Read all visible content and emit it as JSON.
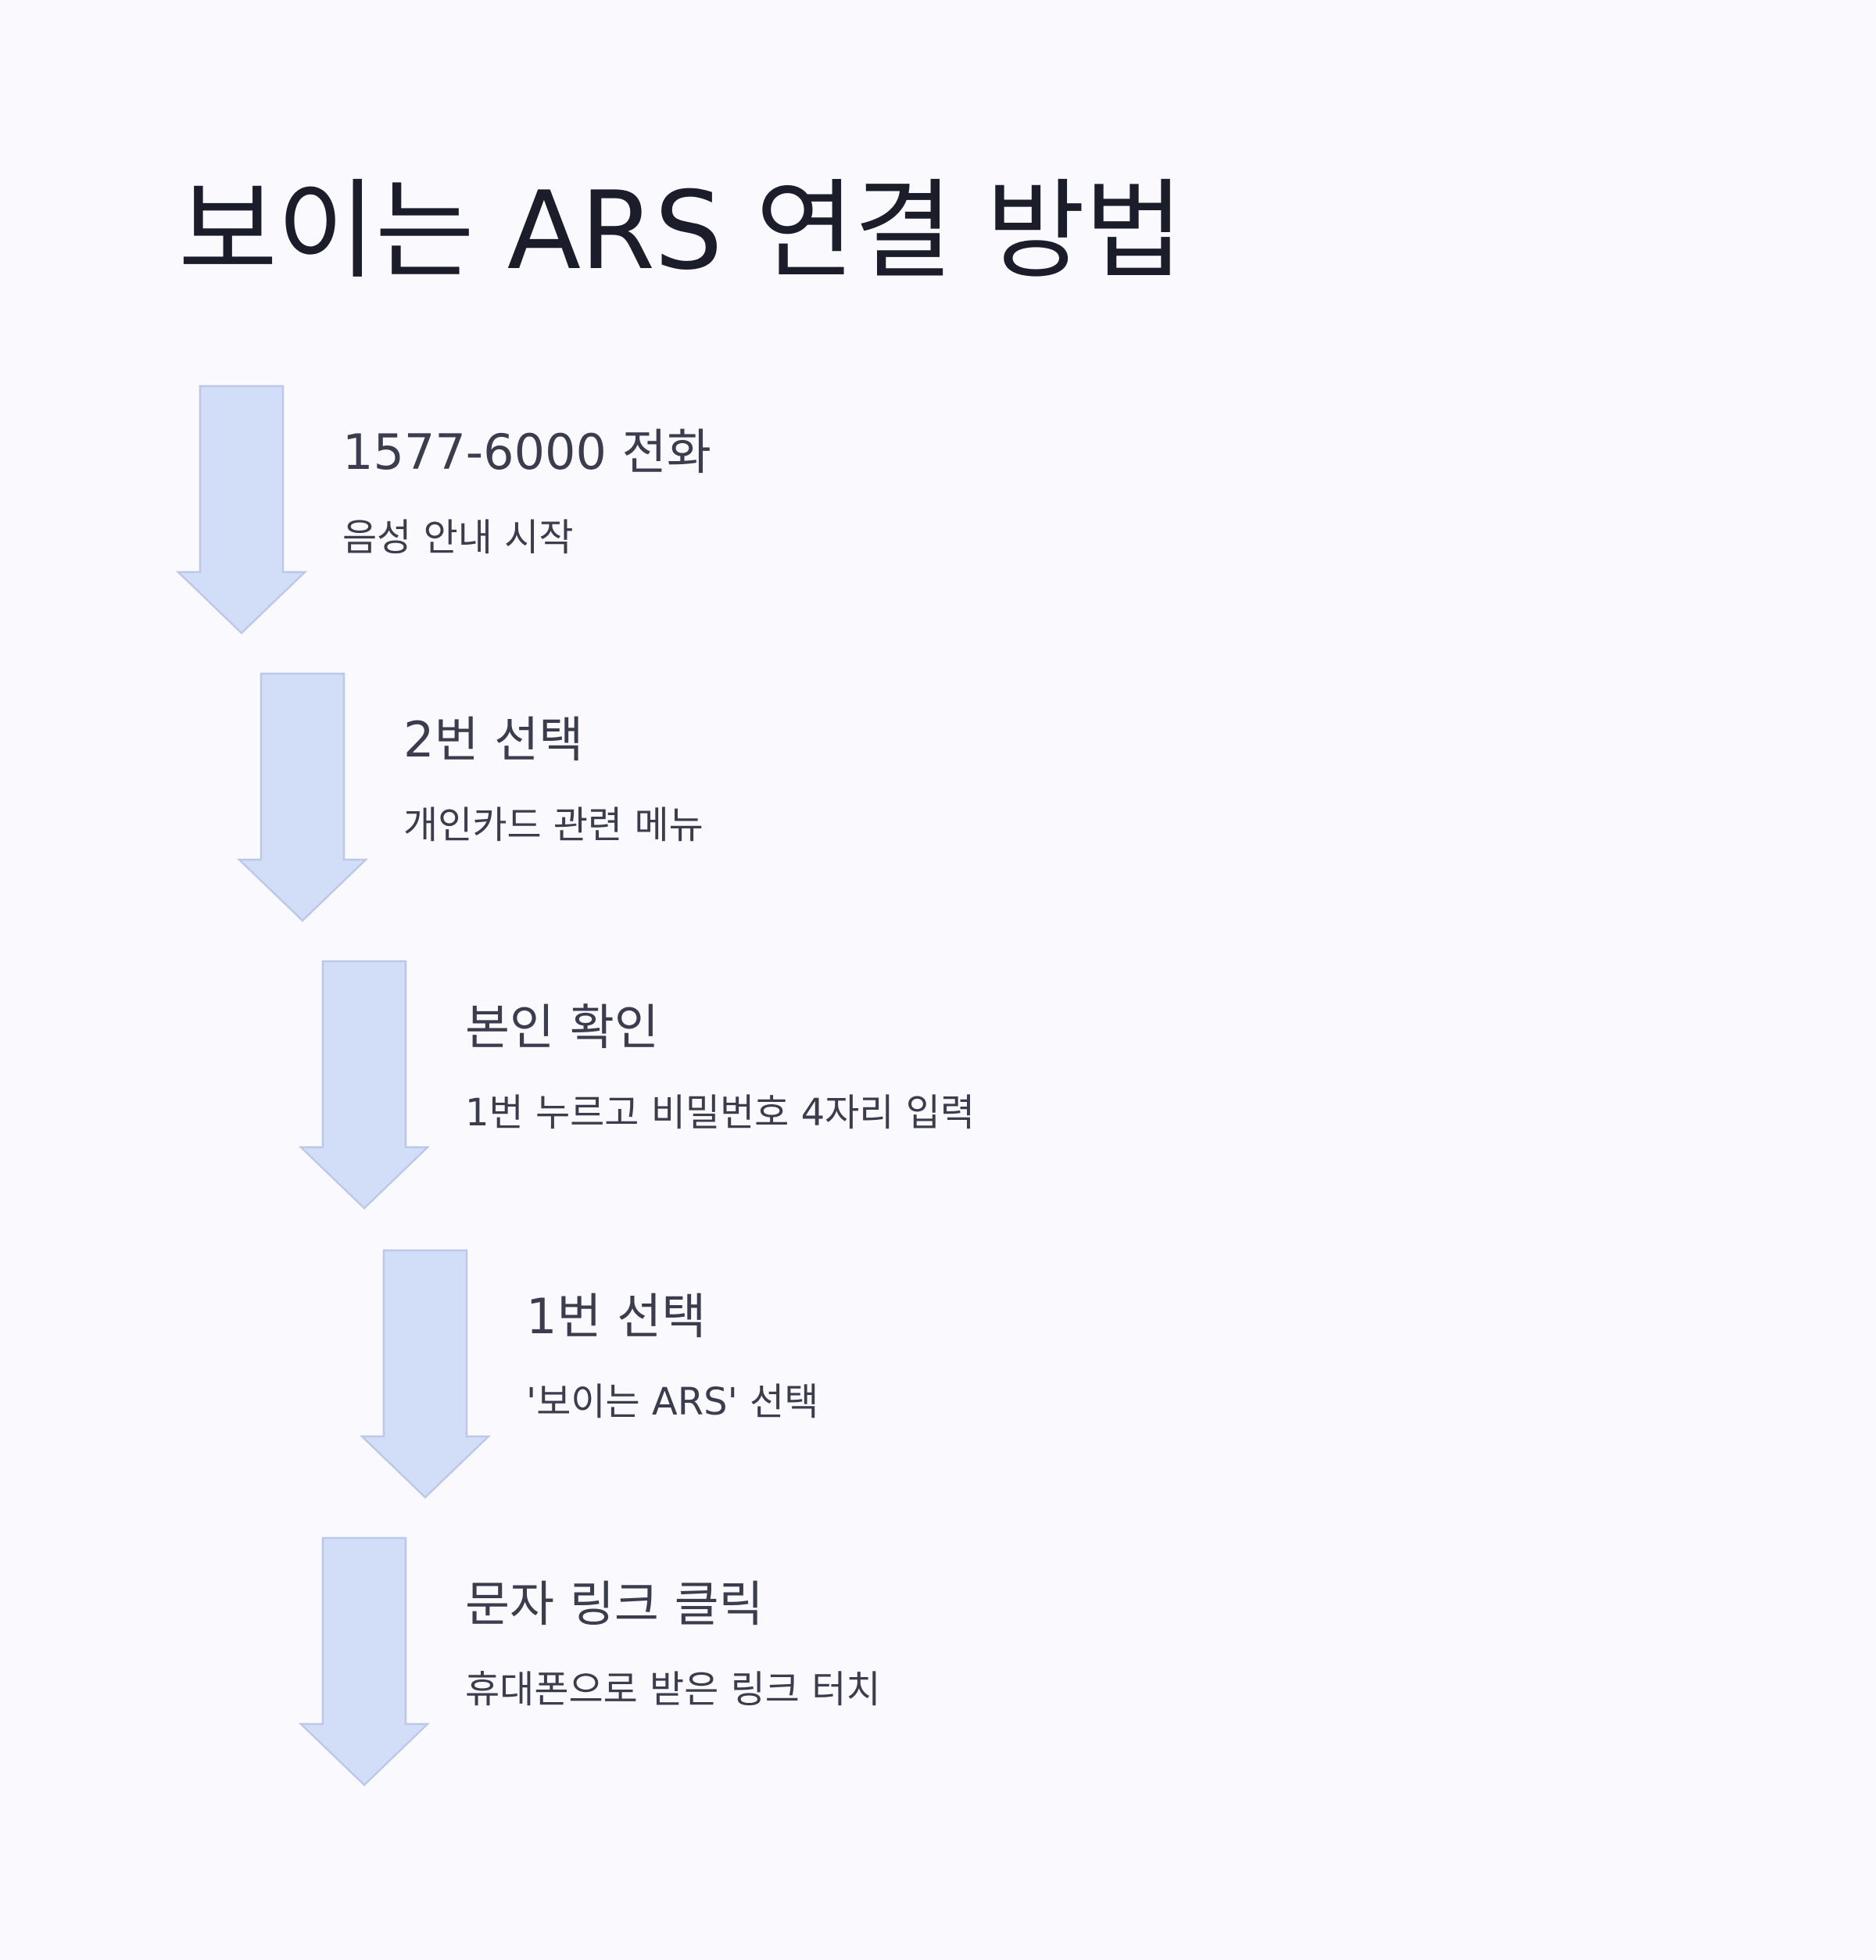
{
  "page": {
    "title": "보이는 ARS 연결 방법",
    "background": "#f9f9fe"
  },
  "colors": {
    "arrow_fill": "#d2ddf7",
    "arrow_stroke": "#bcc8e6",
    "title_text": "#1b1d2a",
    "body_text": "#3b3d4e"
  },
  "steps": [
    {
      "title": "1577-6000 전화",
      "description": "음성 안내 시작",
      "icon": "down-arrow-icon"
    },
    {
      "title": "2번 선택",
      "description": "개인카드 관련 메뉴",
      "icon": "down-arrow-icon"
    },
    {
      "title": "본인 확인",
      "description": "1번 누르고 비밀번호 4자리 입력",
      "icon": "down-arrow-icon"
    },
    {
      "title": "1번 선택",
      "description": "'보이는 ARS' 선택",
      "icon": "down-arrow-icon"
    },
    {
      "title": "문자 링크 클릭",
      "description": "휴대폰으로 받은 링크 터치",
      "icon": "down-arrow-icon"
    }
  ]
}
